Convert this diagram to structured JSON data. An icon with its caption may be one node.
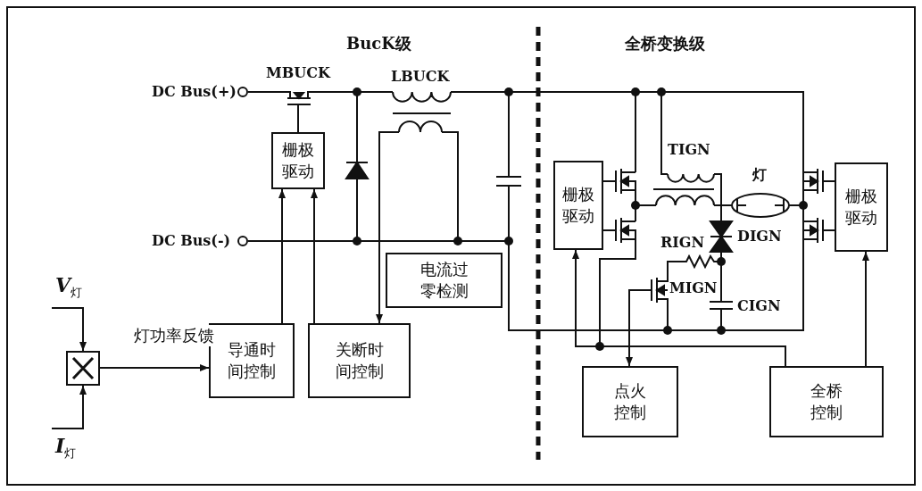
{
  "diagram": {
    "nodes": [
      {
        "text": [
          "栅极驱动"
        ]
      },
      {
        "text": [
          "电流过零检测"
        ]
      },
      {
        "text": [
          "导通时间控制"
        ]
      },
      {
        "text": [
          "关断时间控制"
        ]
      },
      {
        "text": [
          "栅极驱动"
        ]
      },
      {
        "text": [
          "栅极驱动"
        ]
      },
      {
        "text": [
          "点火控制"
        ]
      },
      {
        "text": [
          "全桥控制"
        ]
      },
      {
        "text": [],
        "shape": "box"
      }
    ],
    "edges": [
      {
        "from": 2,
        "to": 0,
        "arrow": "to"
      },
      {
        "from": 3,
        "to": 0,
        "arrow": "to"
      },
      {
        "from": null,
        "to": 3,
        "arrow": "to"
      },
      {
        "from": 8,
        "to": 2,
        "arrow": "to",
        "label": "灯功率反馈"
      },
      {
        "from": null,
        "to": 8,
        "arrow": "to"
      },
      {
        "from": null,
        "to": 8,
        "arrow": "to"
      },
      {
        "from": null,
        "to": 6,
        "arrow": "to"
      },
      {
        "from": 7,
        "to": 4,
        "arrow": "to"
      },
      {
        "from": 7,
        "to": 5,
        "arrow": "to"
      },
      {
        "from": null,
        "to": 7,
        "arrow": "none"
      },
      {
        "from": 0,
        "to": null,
        "arrow": "none"
      },
      {
        "from": 4,
        "to": null,
        "arrow": "none"
      },
      {
        "from": 4,
        "to": null,
        "arrow": "none"
      },
      {
        "from": 5,
        "to": null,
        "arrow": "none"
      },
      {
        "from": 5,
        "to": null,
        "arrow": "none"
      }
    ],
    "labels": [
      "BucK级",
      "全桥变换级",
      "MBUCK",
      "LBUCK",
      "DC Bus(+)",
      "TIGN",
      "灯",
      "DIGN",
      "RIGN",
      "MIGN",
      "DC Bus(-)",
      "CIGN",
      "*V*$_{灯}$",
      "*I*$_{灯}$"
    ]
  }
}
